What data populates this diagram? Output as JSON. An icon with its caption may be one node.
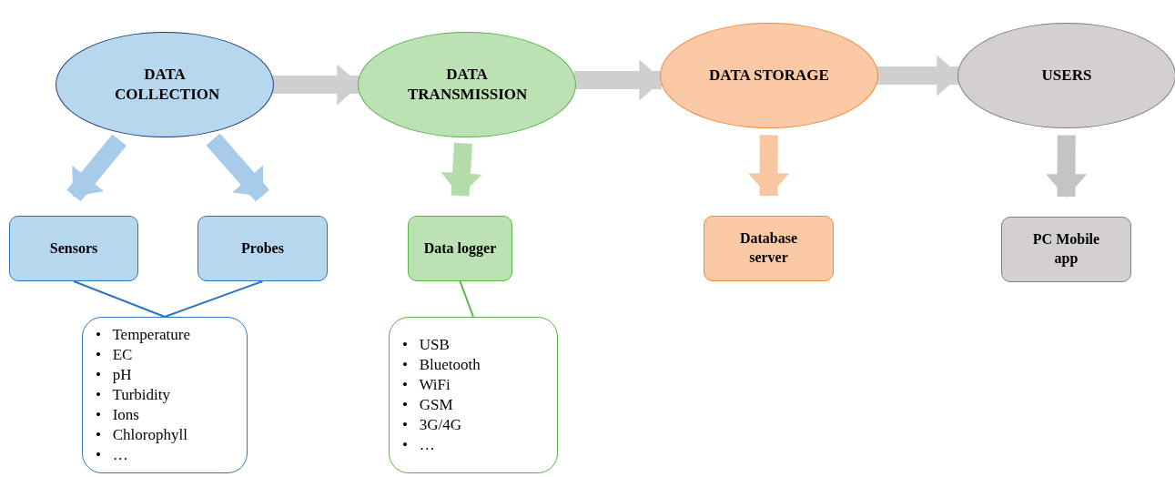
{
  "diagram": {
    "nodes": [
      {
        "text": [
          "DATA COLLECTION"
        ]
      },
      {
        "text": [
          "DATA TRANSMISSION"
        ]
      },
      {
        "text": [
          "DATA STORAGE"
        ]
      },
      {
        "text": [
          "USERS"
        ]
      },
      {
        "text": [
          "Sensors"
        ]
      },
      {
        "text": [
          "Probes"
        ]
      },
      {
        "text": [
          "•   Temperature",
          "•   EC",
          "•   pH",
          "•   Turbidity",
          "•   Ions",
          "•   Chlorophyll",
          "•   …"
        ]
      },
      {
        "text": [
          "Data logger"
        ]
      },
      {
        "text": [
          "•   USB",
          "•   Bluetooth",
          "•   WiFi",
          "•   GSM",
          "•   3G/4G",
          "•   …"
        ]
      },
      {
        "text": [
          "Database server"
        ]
      },
      {
        "text": [
          "PC Mobile app"
        ]
      }
    ],
    "edges": [
      {
        "from": 0,
        "to": 1,
        "arrow": "to",
        "color": "#cfcfcf"
      },
      {
        "from": 1,
        "to": 2,
        "arrow": "to",
        "color": "#cfcfcf"
      },
      {
        "from": 2,
        "to": 3,
        "arrow": "to",
        "color": "#cfcfcf"
      },
      {
        "from": 0,
        "to": 4,
        "arrow": "to",
        "color": "#a9cbea"
      },
      {
        "from": 0,
        "to": 5,
        "arrow": "to",
        "color": "#a9cbea"
      },
      {
        "from": 1,
        "to": 7,
        "arrow": "to",
        "color": "#b3dcaa"
      },
      {
        "from": 2,
        "to": 9,
        "arrow": "to",
        "color": "#f9c6a2"
      },
      {
        "from": 3,
        "to": 10,
        "arrow": "to",
        "color": "#c4c4c4"
      },
      {
        "from": 4,
        "to": 6,
        "arrow": "none",
        "color": "#2e75c0"
      },
      {
        "from": 5,
        "to": 6,
        "arrow": "none",
        "color": "#2e75c0"
      },
      {
        "from": 7,
        "to": 8,
        "arrow": "none",
        "color": "#5cb24a"
      }
    ]
  }
}
